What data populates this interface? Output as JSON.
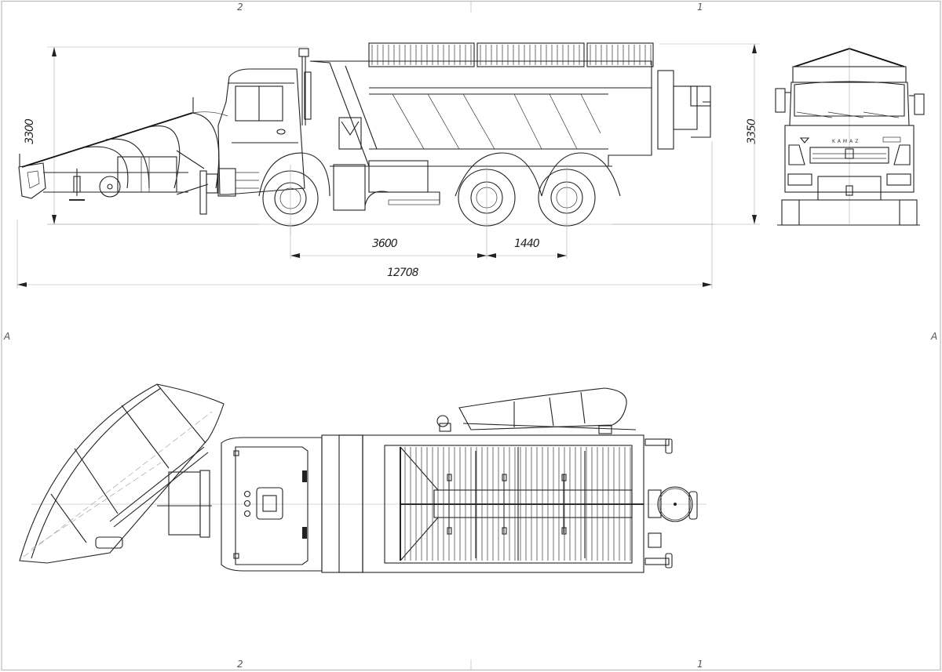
{
  "drawing": {
    "subject": "KAMAZ dump truck with front snow plow and side plow",
    "views": [
      "side-view",
      "front-view",
      "top-view"
    ],
    "frame": {
      "zone_labels_top": [
        "2",
        "1"
      ],
      "zone_labels_bottom": [
        "2",
        "1"
      ],
      "zone_labels_side": [
        "A",
        "A"
      ]
    },
    "dimensions": {
      "overall_height_side": "3300",
      "overall_height_front": "3350",
      "wheelbase_front": "3600",
      "wheelbase_rear": "1440",
      "overall_length": "12708"
    },
    "branding": {
      "grille_text": "KAMAZ"
    },
    "colors": {
      "line": "#222222",
      "dimension_line": "#aaaaaa",
      "background": "#ffffff"
    }
  }
}
